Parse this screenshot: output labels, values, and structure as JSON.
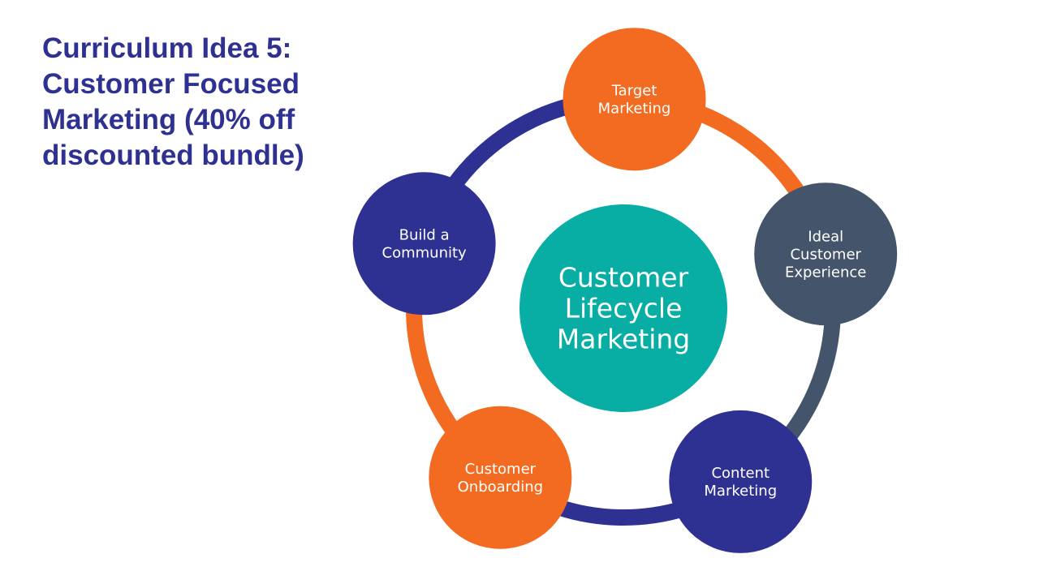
{
  "title": {
    "lines": [
      "Curriculum Idea 5:",
      "Customer Focused",
      "Marketing (40% off",
      "discounted bundle)"
    ]
  },
  "diagram": {
    "center": {
      "lines": [
        "Customer",
        "Lifecycle",
        "Marketing"
      ],
      "color": "#08ada3"
    },
    "nodes": [
      {
        "id": "target-marketing",
        "lines": [
          "Target",
          "Marketing"
        ],
        "color": "#f26b21"
      },
      {
        "id": "ideal-customer-experience",
        "lines": [
          "Ideal",
          "Customer",
          "Experience"
        ],
        "color": "#44546a"
      },
      {
        "id": "content-marketing",
        "lines": [
          "Content",
          "Marketing"
        ],
        "color": "#2e3192"
      },
      {
        "id": "customer-onboarding",
        "lines": [
          "Customer",
          "Onboarding"
        ],
        "color": "#f26b21"
      },
      {
        "id": "build-a-community",
        "lines": [
          "Build a",
          "Community"
        ],
        "color": "#2e3192"
      }
    ]
  }
}
